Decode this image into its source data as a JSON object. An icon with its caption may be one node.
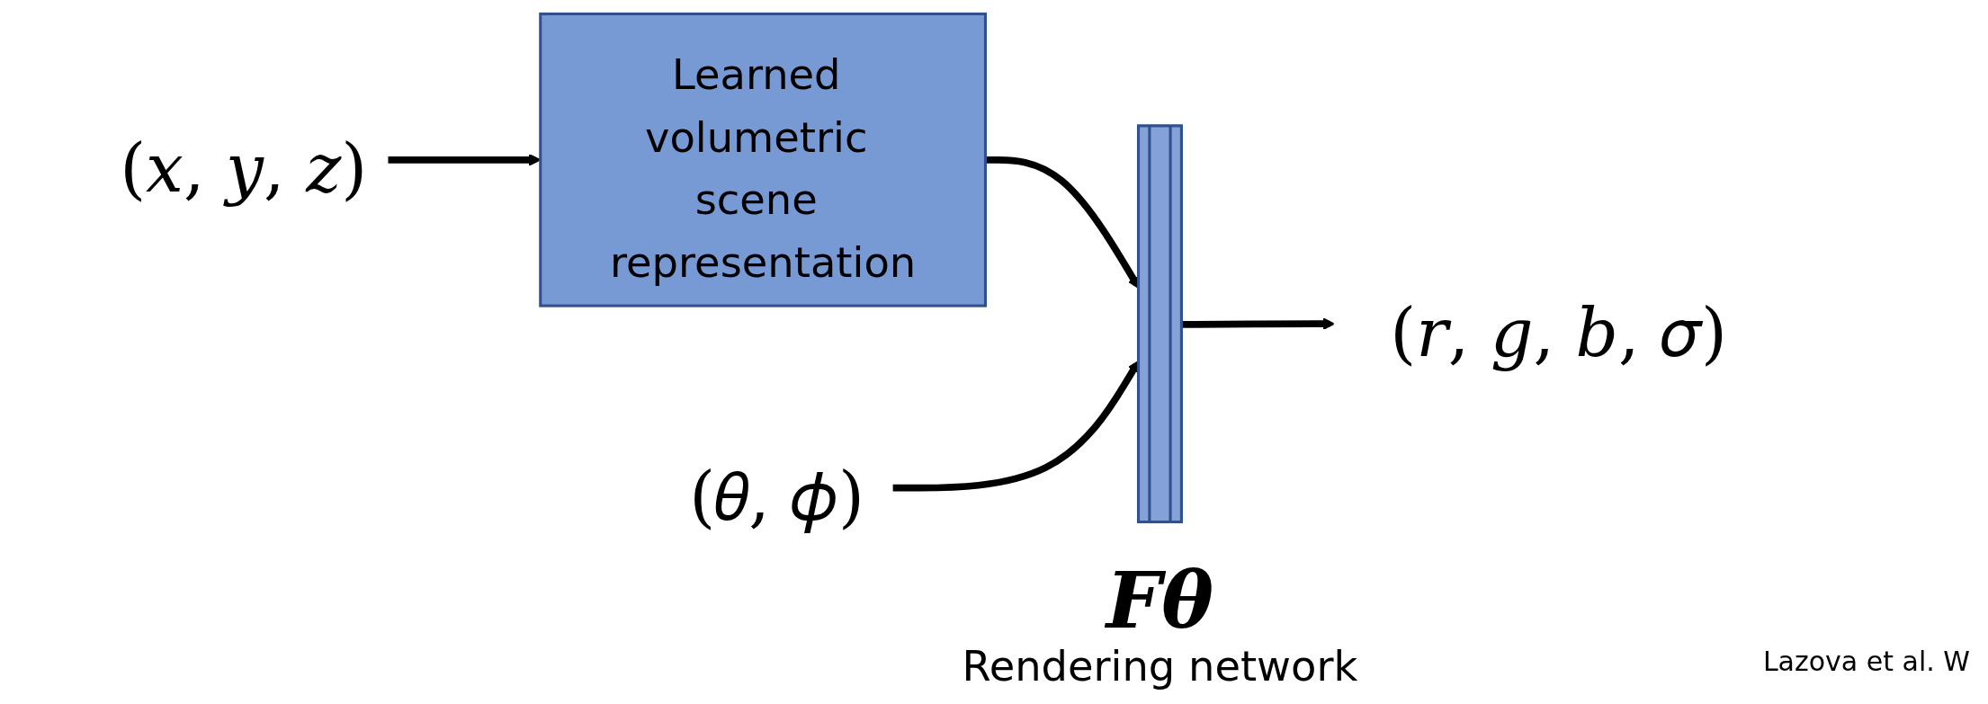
{
  "diagram": {
    "nodes": [
      {
        "text": [
          "(𝑥, 𝑦, 𝑧)"
        ]
      },
      {
        "text": [
          "Learned volumetric scene representation"
        ]
      },
      {
        "text": [
          "(𝜃, 𝜙)"
        ]
      },
      {
        "text": [],
        "shape": "bar",
        "beside": [
          "𝑭𝜽",
          "Rendering network"
        ]
      },
      {
        "text": [
          "(𝑟, 𝑔, 𝑏, 𝜎)"
        ]
      }
    ],
    "edges": [
      {
        "from": 0,
        "to": 1,
        "arrow": "to"
      },
      {
        "from": 1,
        "to": 3,
        "arrow": "to"
      },
      {
        "from": 2,
        "to": 3,
        "arrow": "to"
      },
      {
        "from": 3,
        "to": 4,
        "arrow": "to"
      }
    ],
    "labels": [
      "Lazova et al. W"
    ]
  }
}
